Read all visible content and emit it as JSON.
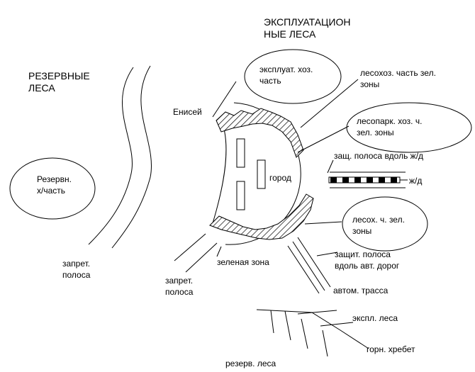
{
  "labels": {
    "exploit_forests_title": "ЭКСПЛУАТАЦИОН\nНЫЕ ЛЕСА",
    "reserve_forests_title": "РЕЗЕРВНЫЕ\nЛЕСА",
    "exploit_econ_part": "эксплуат. хоз.\nчасть",
    "forest_econ_green": "лесохоз. часть зел.\nзоны",
    "yenisei": "Енисей",
    "forestpark_green": "лесопарк. хоз. ч.\nзел. зоны",
    "rail_protect": "защ. полоса вдоль ж/д",
    "railway": "ж/д",
    "reserve_part": "Резервн.\nх/часть",
    "city": "город",
    "forest_part_green": "лесох. ч. зел.\nзоны",
    "road_protect": "защит. полоса\nвдоль авт. дорог",
    "forbidden_strip_left": "запрет.\nполоса",
    "green_zone": "зеленая зона",
    "forbidden_strip_mid": "запрет.\nполоса",
    "highway": "автом. трасса",
    "exploit_forests_small": "экспл. леса",
    "mountain_ridge": "горн. хребет",
    "reserve_forests_small": "резерв. леса"
  },
  "colors": {
    "ink": "#000000",
    "background": "#ffffff"
  }
}
